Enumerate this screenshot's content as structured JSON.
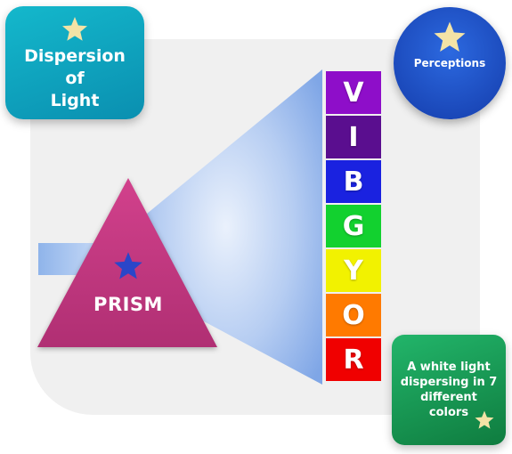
{
  "title": {
    "text": "Dispersion\nof\nLight",
    "icon": "star-icon"
  },
  "perceptions": {
    "label": "Perceptions",
    "icon": "star-icon"
  },
  "prism": {
    "label": "PRISM",
    "icon": "star-icon",
    "color": "#c2367f"
  },
  "spectrum": {
    "bands": [
      {
        "letter": "V",
        "color": "#8e0ec9"
      },
      {
        "letter": "I",
        "color": "#5a0e8f"
      },
      {
        "letter": "B",
        "color": "#1a22e0"
      },
      {
        "letter": "G",
        "color": "#12d12f"
      },
      {
        "letter": "Y",
        "color": "#f2f200"
      },
      {
        "letter": "O",
        "color": "#ff7a00"
      },
      {
        "letter": "R",
        "color": "#f00000"
      }
    ]
  },
  "note": {
    "text": "A white light dispersing in 7 different colors",
    "icon": "star-icon"
  },
  "colors": {
    "title_box": "#0f9fbf",
    "perceptions_circle": "#1e50c8",
    "note_box": "#179a52",
    "beam": "#8fb4ea"
  }
}
